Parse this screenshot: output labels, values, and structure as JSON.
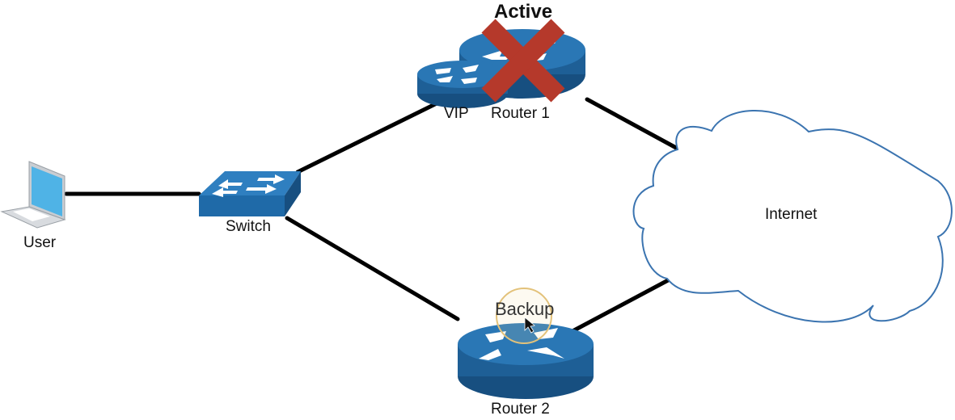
{
  "diagram": {
    "title_state": "Active",
    "nodes": {
      "user": {
        "label": "User",
        "type": "laptop"
      },
      "switch": {
        "label": "Switch",
        "type": "switch"
      },
      "router1": {
        "label": "Router 1",
        "type": "router",
        "state": "Active",
        "failed": true
      },
      "vip": {
        "label": "VIP",
        "type": "virtual-router"
      },
      "router2": {
        "label": "Router 2",
        "type": "router",
        "state": "Backup"
      },
      "internet": {
        "label": "Internet",
        "type": "cloud"
      }
    },
    "links": [
      [
        "user",
        "switch"
      ],
      [
        "switch",
        "router1"
      ],
      [
        "switch",
        "router2"
      ],
      [
        "router1",
        "internet"
      ],
      [
        "router2",
        "internet"
      ]
    ],
    "colors": {
      "device_blue": "#1e5f96",
      "device_top": "#2a77b5",
      "fail_x": "#b5392b",
      "cloud_stroke": "#3b74b0",
      "highlight_ring": "#e3c27a"
    }
  }
}
